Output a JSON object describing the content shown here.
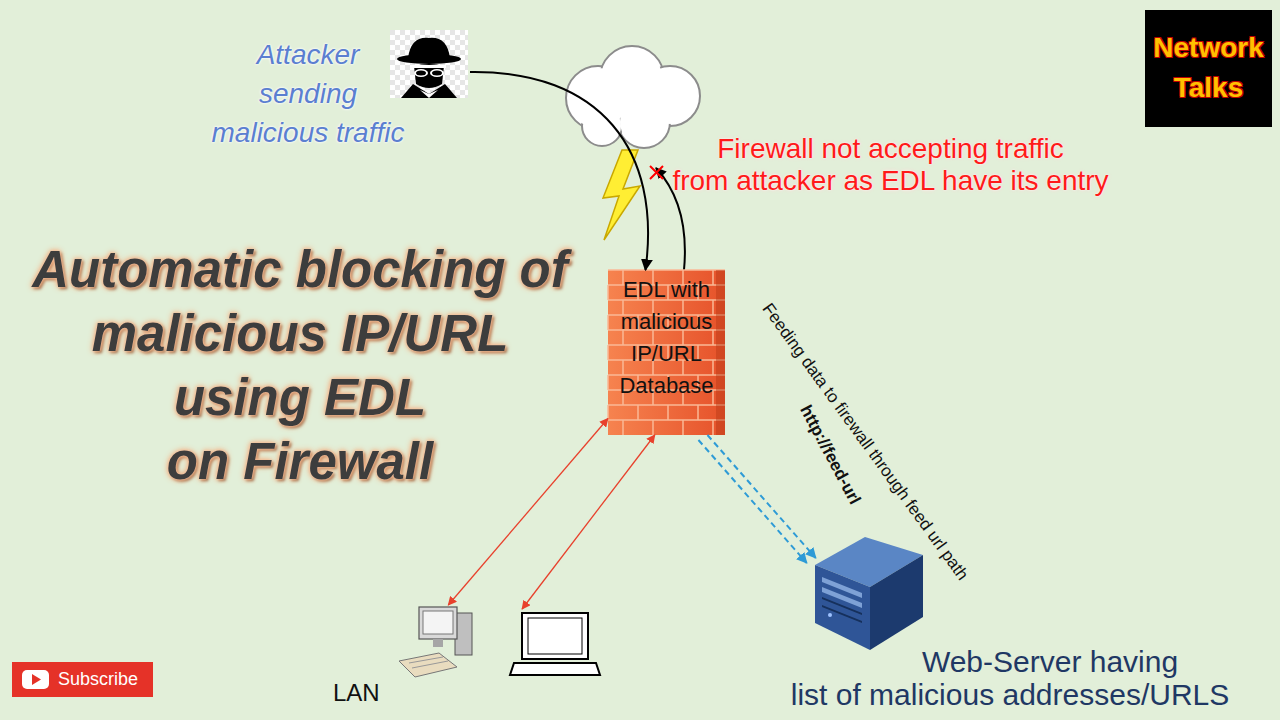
{
  "diagram": {
    "title": "Automatic blocking of malicious IP/URL using EDL on Firewall",
    "nodes": [
      {
        "text": [
          "Attacker sending malicious traffic"
        ]
      },
      {
        "text": [
          "Network Talks"
        ]
      },
      {
        "text": [
          "EDL with malicious IP/URL Database"
        ]
      },
      {
        "text": [
          "Web-Server having list of malicious addresses/URLS"
        ]
      },
      {
        "text": [
          "LAN"
        ]
      },
      {
        "text": [
          "Subscribe"
        ]
      }
    ],
    "edges": [
      {
        "from": 0,
        "to": 2,
        "arrow": "to"
      },
      {
        "from": 2,
        "to": 3,
        "arrow": "to"
      },
      {
        "from": 2,
        "to": 4,
        "arrow": "both"
      },
      {
        "from": 2,
        "to": 4,
        "arrow": "both"
      }
    ],
    "labels": [
      "Firewall not accepting traffic from attacker as EDL have its entry",
      "Feeding data to firewall through feed url path",
      "http://feed-url"
    ]
  }
}
